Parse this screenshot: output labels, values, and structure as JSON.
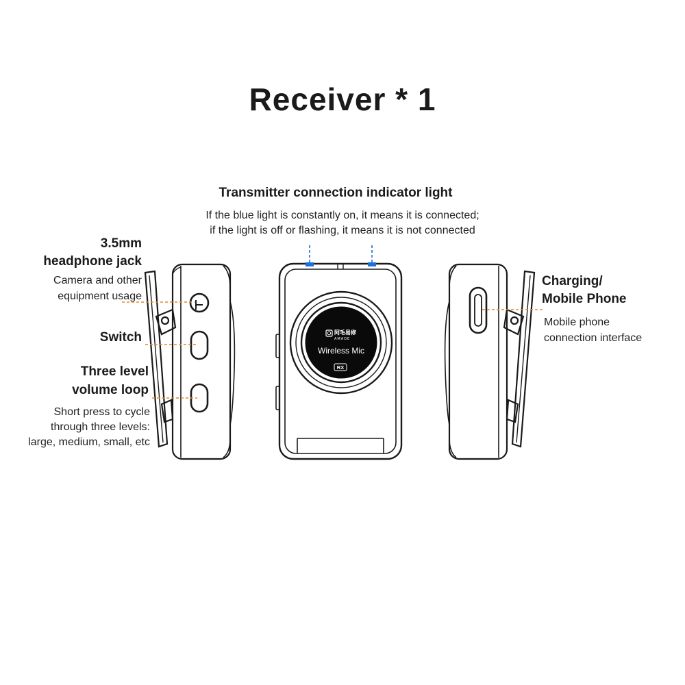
{
  "title": "Receiver * 1",
  "indicator": {
    "heading": "Transmitter connection indicator light",
    "desc_line1": "If the blue light is constantly on, it means it is connected;",
    "desc_line2": "if the light is off or flashing, it means it is not connected"
  },
  "headphone": {
    "heading_line1": "3.5mm",
    "heading_line2": "headphone jack",
    "desc_line1": "Camera and other",
    "desc_line2": "equipment usage"
  },
  "switch": {
    "heading": "Switch"
  },
  "volume": {
    "heading_line1": "Three level",
    "heading_line2": "volume loop",
    "desc_line1": "Short press to cycle",
    "desc_line2": "through three levels:",
    "desc_line3": "large, medium, small, etc"
  },
  "charging": {
    "heading_line1": "Charging/",
    "heading_line2": "Mobile Phone",
    "desc_line1": "Mobile phone",
    "desc_line2": "connection interface"
  },
  "screen": {
    "brand": "阿毛易修",
    "brand_sub": "AMAOE",
    "product": "Wireless Mic",
    "badge": "RX"
  },
  "colors": {
    "leader": "#e08a2c",
    "indicator_light": "#1e6fd9",
    "device_outline": "#1a1a1a",
    "screen_bg": "#0a0a0a"
  }
}
